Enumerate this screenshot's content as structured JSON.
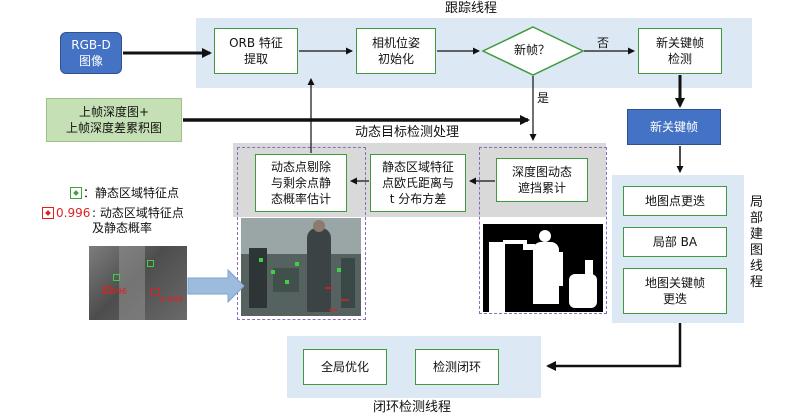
{
  "titles": {
    "tracking_thread": "跟踪线程",
    "dynamic_detection": "动态目标检测处理",
    "local_mapping_thread": "局\n部\n建\n图\n线\n程",
    "loop_closing_thread": "闭环检测线程"
  },
  "inputs": {
    "rgbd": "RGB-D\n图像",
    "depth": "上帧深度图+\n上帧深度差累积图"
  },
  "tracking": {
    "orb": "ORB 特征\n提取",
    "pose_init": "相机位姿\n初始化",
    "new_frame": "新帧？",
    "no": "否",
    "yes": "是",
    "new_keyframe_detect": "新关键帧\n检测"
  },
  "new_keyframe": "新关键帧",
  "dynamic": {
    "removal": "动态点剔除\n与剩余点静\n态概率估计",
    "distance": "静态区域特征\n点欧氏距离与\nt 分布方差",
    "occlusion": "深度图动态\n遮挡累计"
  },
  "legend": {
    "static_point": "：静态区域特征点",
    "dynamic_value": "0.996",
    "dynamic_point": ": 动态区域特征点\n及静态概率"
  },
  "inset_labels": [
    "0.996",
    "0.998"
  ],
  "local_mapping": {
    "map_point_update": "地图点更迭",
    "local_ba": "局部 BA",
    "map_keyframe_update": "地图关键帧\n更迭"
  },
  "loop_closing": {
    "global_opt": "全局优化",
    "loop_detect": "检测闭环"
  },
  "colors": {
    "panel_blue": "#dce8f3",
    "panel_gray": "#d9d9d9",
    "input_blue": "#4472c4",
    "input_green": "#c5e0b4",
    "box_border": "#3f9a3f",
    "dashed": "#8a6bbf"
  }
}
